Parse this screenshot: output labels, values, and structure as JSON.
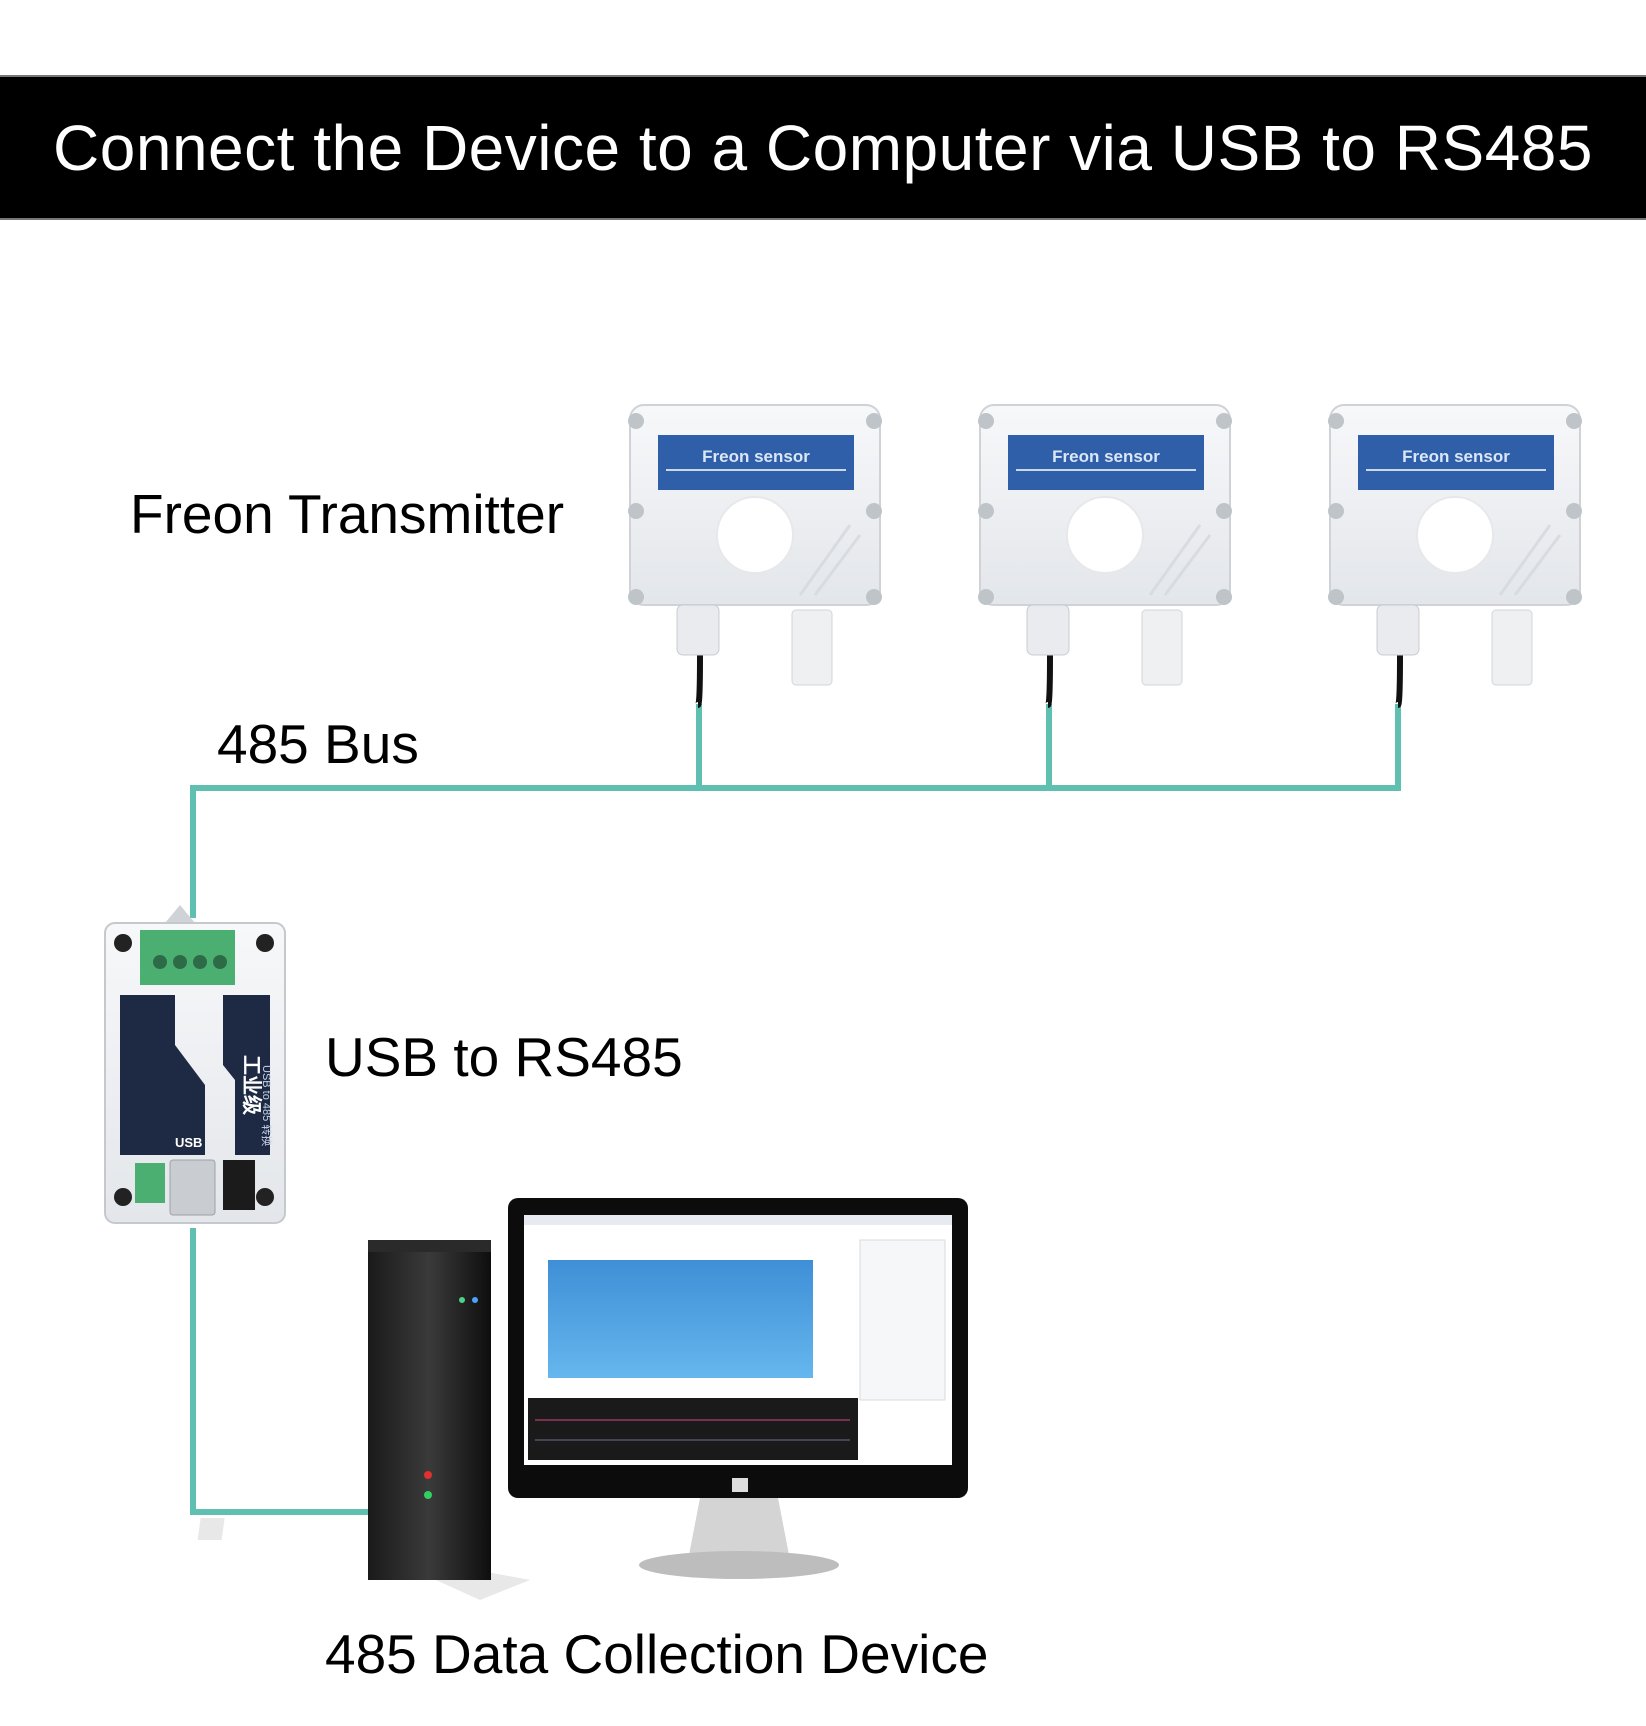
{
  "header": {
    "title": "Connect the Device to a Computer via USB to RS485"
  },
  "labels": {
    "transmitter": "Freon Transmitter",
    "bus": "485 Bus",
    "converter": "USB to RS485",
    "collector": "485 Data Collection Device"
  },
  "sensors": [
    {
      "label": "Freon sensor"
    },
    {
      "label": "Freon sensor"
    },
    {
      "label": "Freon sensor"
    }
  ],
  "converter_device": {
    "port_label": "USB",
    "brand_text": "工业级",
    "side_text": "USB to 485 转换"
  },
  "colors": {
    "bus_line": "#5fbfb0",
    "sensor_badge": "#2f5fa8",
    "banner_bg": "#000000",
    "terminal_green": "#4caf72"
  }
}
